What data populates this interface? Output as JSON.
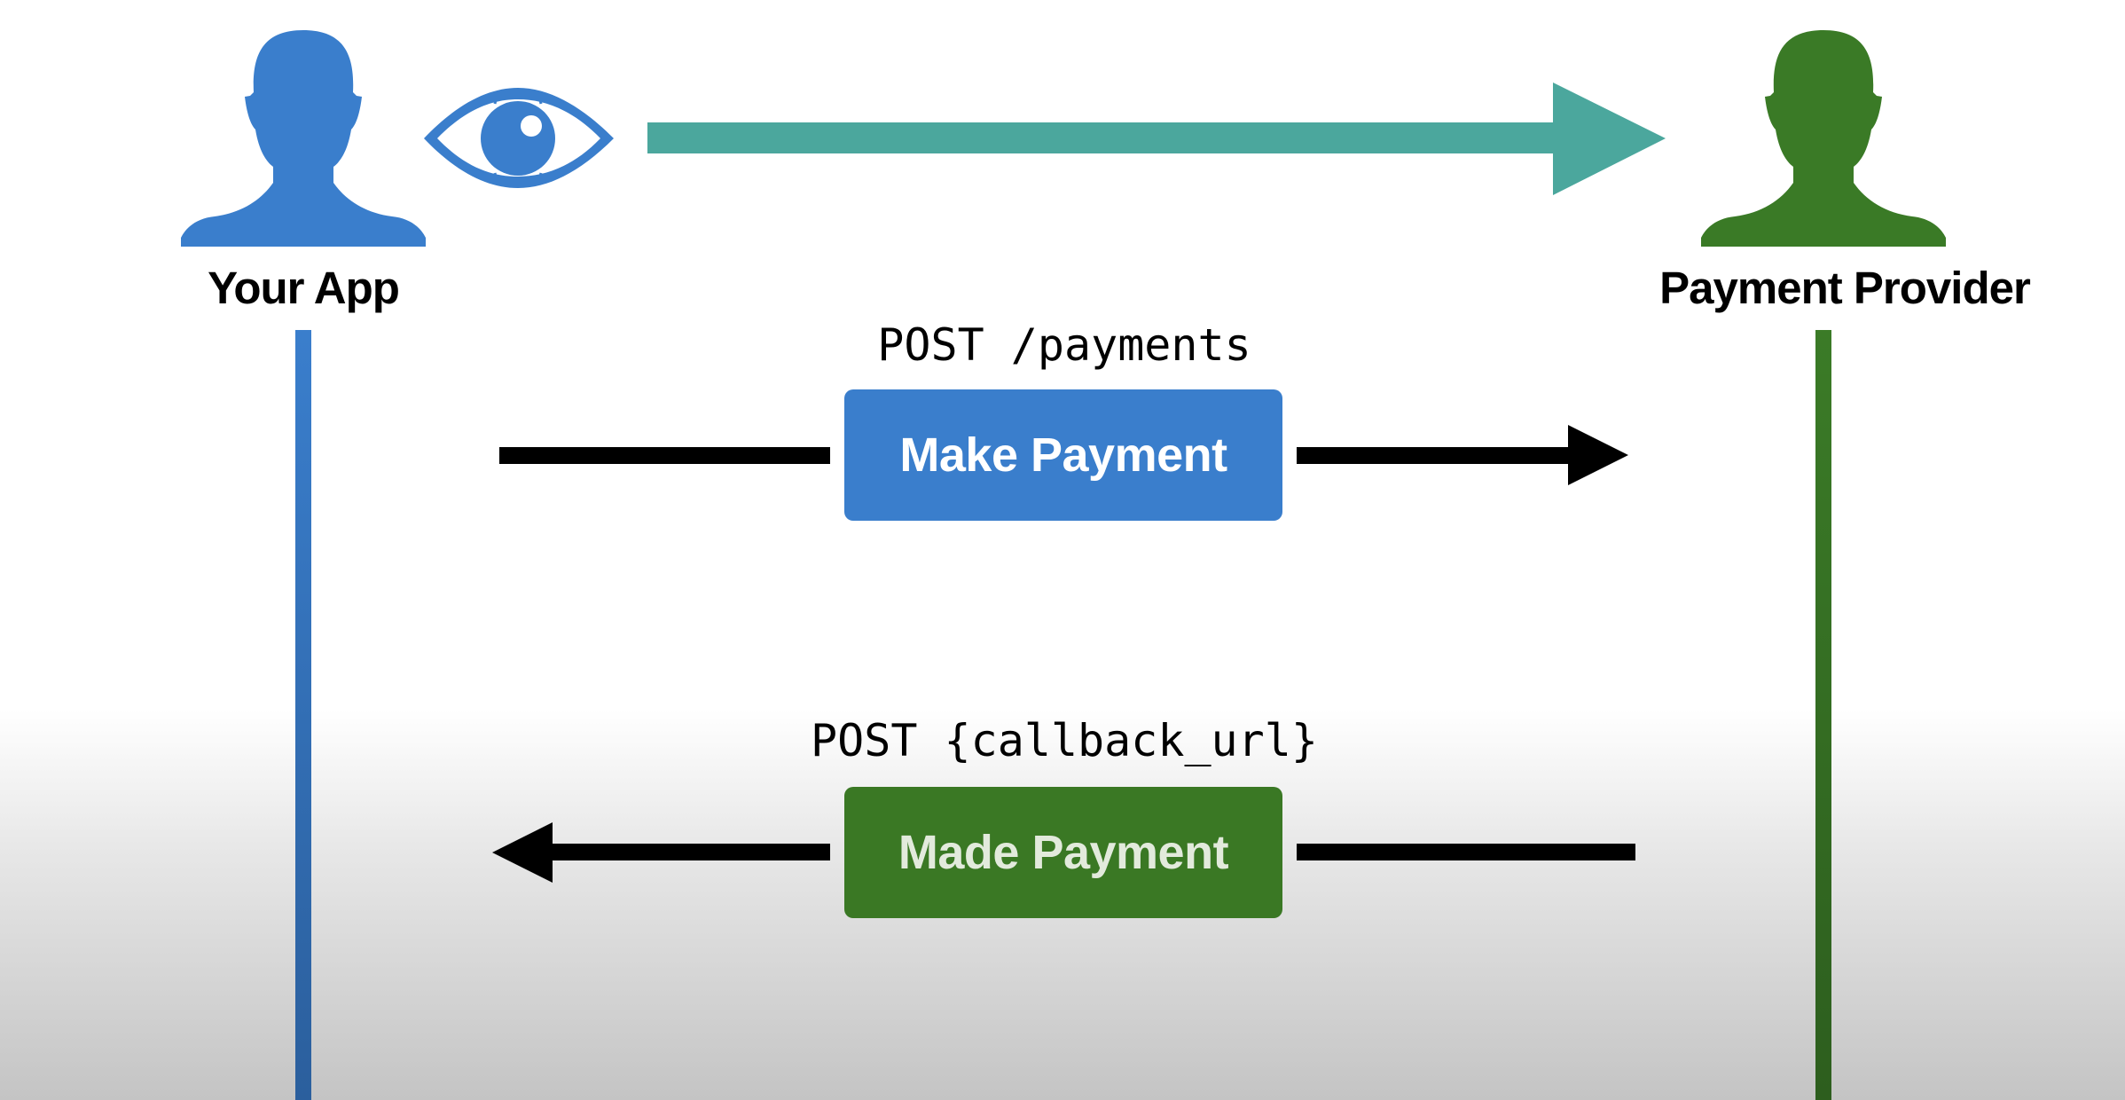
{
  "actors": {
    "app": {
      "label": "Your App",
      "color": "#3a7ecc"
    },
    "provider": {
      "label": "Payment Provider",
      "color": "#3a7a26"
    }
  },
  "observe_arrow": {
    "color": "#4ba79d"
  },
  "messages": {
    "request": {
      "endpoint": "POST /payments",
      "label": "Make Payment",
      "box_color": "#3a7ecc",
      "direction": "app-to-provider"
    },
    "response": {
      "endpoint": "POST {callback_url}",
      "label": "Made Payment",
      "box_color": "#3a7824",
      "direction": "provider-to-app"
    }
  },
  "icons": [
    "person-icon",
    "eye-icon",
    "arrow-right-icon",
    "arrow-left-icon"
  ]
}
